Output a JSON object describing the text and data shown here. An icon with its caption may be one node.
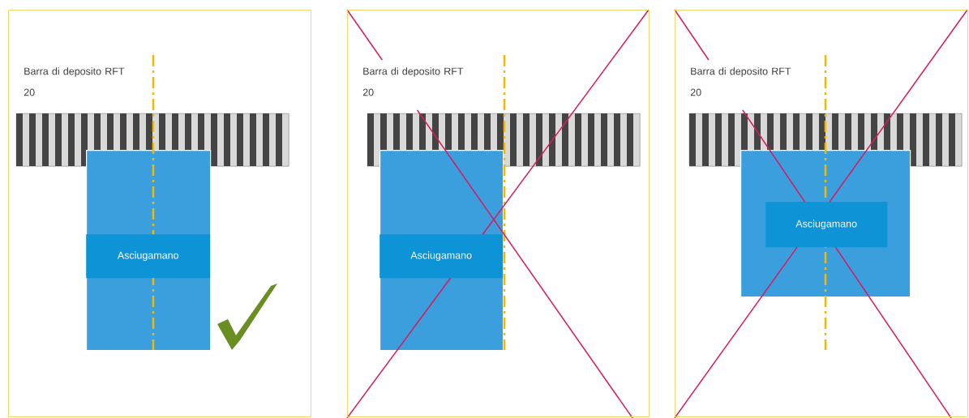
{
  "diagram": {
    "nodes": [
      {
        "text": [
          "Barra di deposito RFT 20"
        ]
      },
      {
        "text": [],
        "shape": "bar",
        "in": 0
      },
      {
        "text": [],
        "shape": "box",
        "in": 0
      },
      {
        "text": [
          "Asciugamano"
        ],
        "in": 2
      },
      {
        "text": [
          "Barra di deposito RFT 20"
        ]
      },
      {
        "text": [],
        "shape": "bar",
        "in": 4
      },
      {
        "text": [],
        "shape": "box",
        "in": 4
      },
      {
        "text": [
          "Asciugamano"
        ],
        "in": 6
      },
      {
        "text": [
          "Barra di deposito RFT 20"
        ]
      },
      {
        "text": [],
        "shape": "bar",
        "in": 8
      },
      {
        "text": [],
        "shape": "box",
        "in": 8
      },
      {
        "text": [
          "Asciugamano"
        ],
        "in": 10
      }
    ]
  }
}
